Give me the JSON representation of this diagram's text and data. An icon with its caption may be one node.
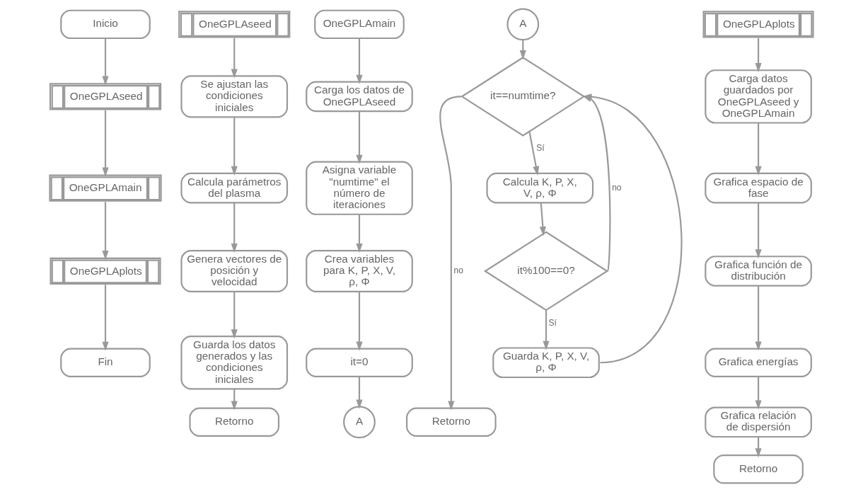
{
  "diagram": {
    "nodes": [
      {
        "text": [
          "Inicio"
        ]
      },
      {
        "text": [
          "OneGPLAseed"
        ]
      },
      {
        "text": [
          "OneGPLAmain"
        ]
      },
      {
        "text": [
          "OneGPLAplots"
        ]
      },
      {
        "text": [
          "Fin"
        ]
      },
      {
        "text": [
          "OneGPLAseed"
        ]
      },
      {
        "text": [
          "Se ajustan las condiciones iniciales"
        ]
      },
      {
        "text": [
          "Calcula parámetros del plasma"
        ]
      },
      {
        "text": [
          "Genera vectores de posición y velocidad"
        ]
      },
      {
        "text": [
          "Guarda los datos generados y las condiciones iniciales"
        ]
      },
      {
        "text": [
          "Retorno"
        ]
      },
      {
        "text": [
          "OneGPLAmain"
        ]
      },
      {
        "text": [
          "Carga los datos de OneGPLAseed"
        ]
      },
      {
        "text": [
          "Asigna variable \"numtime\" el número de iteraciones"
        ]
      },
      {
        "text": [
          "Crea variables para K, P, X, V, ρ, Φ"
        ]
      },
      {
        "text": [
          "it=0"
        ]
      },
      {
        "text": [
          "A"
        ]
      },
      {
        "text": [
          "A"
        ]
      },
      {
        "text": [
          "it==numtime?"
        ]
      },
      {
        "text": [
          "Calcula K, P, X, V, ρ, Φ"
        ]
      },
      {
        "text": [
          "it%100==0?"
        ]
      },
      {
        "text": [
          "Guarda K, P, X, V, ρ, Φ"
        ]
      },
      {
        "text": [
          "Retorno"
        ]
      },
      {
        "text": [
          "OneGPLAplots"
        ]
      },
      {
        "text": [
          "Carga datos guardados por OneGPLAseed y OneGPLAmain"
        ]
      },
      {
        "text": [
          "Grafica espacio de fase"
        ]
      },
      {
        "text": [
          "Grafica función de distribución"
        ]
      },
      {
        "text": [
          "Grafica energías"
        ]
      },
      {
        "text": [
          "Grafica relación de dispersión"
        ]
      },
      {
        "text": [
          "Retorno"
        ]
      }
    ],
    "edges": [
      {
        "from": 0,
        "to": 1,
        "arrow": "to"
      },
      {
        "from": 1,
        "to": 2,
        "arrow": "to"
      },
      {
        "from": 2,
        "to": 3,
        "arrow": "to"
      },
      {
        "from": 3,
        "to": 4,
        "arrow": "to"
      },
      {
        "from": 5,
        "to": 6,
        "arrow": "to"
      },
      {
        "from": 6,
        "to": 7,
        "arrow": "to"
      },
      {
        "from": 7,
        "to": 8,
        "arrow": "to"
      },
      {
        "from": 8,
        "to": 9,
        "arrow": "to"
      },
      {
        "from": 9,
        "to": 10,
        "arrow": "to"
      },
      {
        "from": 11,
        "to": 12,
        "arrow": "to"
      },
      {
        "from": 12,
        "to": 13,
        "arrow": "to"
      },
      {
        "from": 13,
        "to": 14,
        "arrow": "to"
      },
      {
        "from": 14,
        "to": 15,
        "arrow": "to"
      },
      {
        "from": 15,
        "to": 16,
        "arrow": "to"
      },
      {
        "from": 17,
        "to": 18,
        "arrow": "to"
      },
      {
        "from": 18,
        "to": 19,
        "label": "Sí",
        "arrow": "to"
      },
      {
        "from": 19,
        "to": 20,
        "arrow": "to"
      },
      {
        "from": 20,
        "to": 21,
        "label": "Sí",
        "arrow": "to"
      },
      {
        "from": 20,
        "to": 18,
        "label": "no",
        "arrow": "to"
      },
      {
        "from": 21,
        "to": 18,
        "arrow": "to"
      },
      {
        "from": 18,
        "to": 22,
        "label": "no",
        "arrow": "to"
      },
      {
        "from": 23,
        "to": 24,
        "arrow": "to"
      },
      {
        "from": 24,
        "to": 25,
        "arrow": "to"
      },
      {
        "from": 25,
        "to": 26,
        "arrow": "to"
      },
      {
        "from": 26,
        "to": 27,
        "arrow": "to"
      },
      {
        "from": 27,
        "to": 28,
        "arrow": "to"
      },
      {
        "from": 28,
        "to": 29,
        "arrow": "to"
      }
    ]
  }
}
